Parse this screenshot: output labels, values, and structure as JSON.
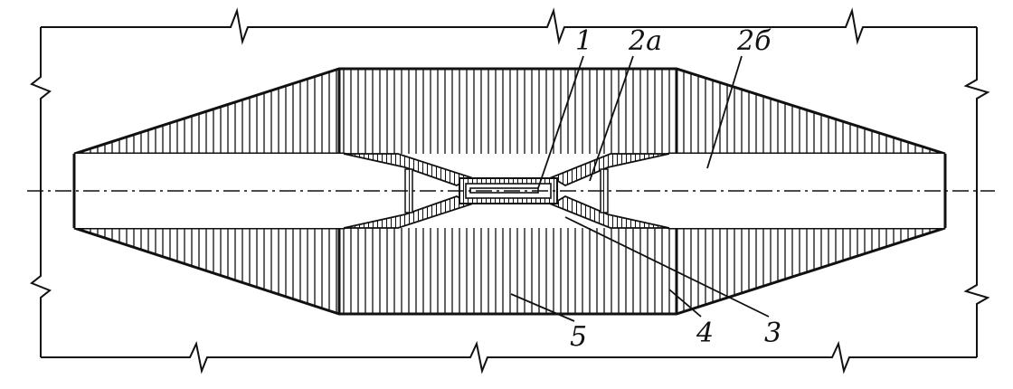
{
  "callouts": {
    "l1": "1",
    "l2a": "2a",
    "l2b": "2б",
    "l3": "3",
    "l4": "4",
    "l5": "5"
  },
  "colors": {
    "ink": "#111111",
    "paper": "#ffffff"
  }
}
